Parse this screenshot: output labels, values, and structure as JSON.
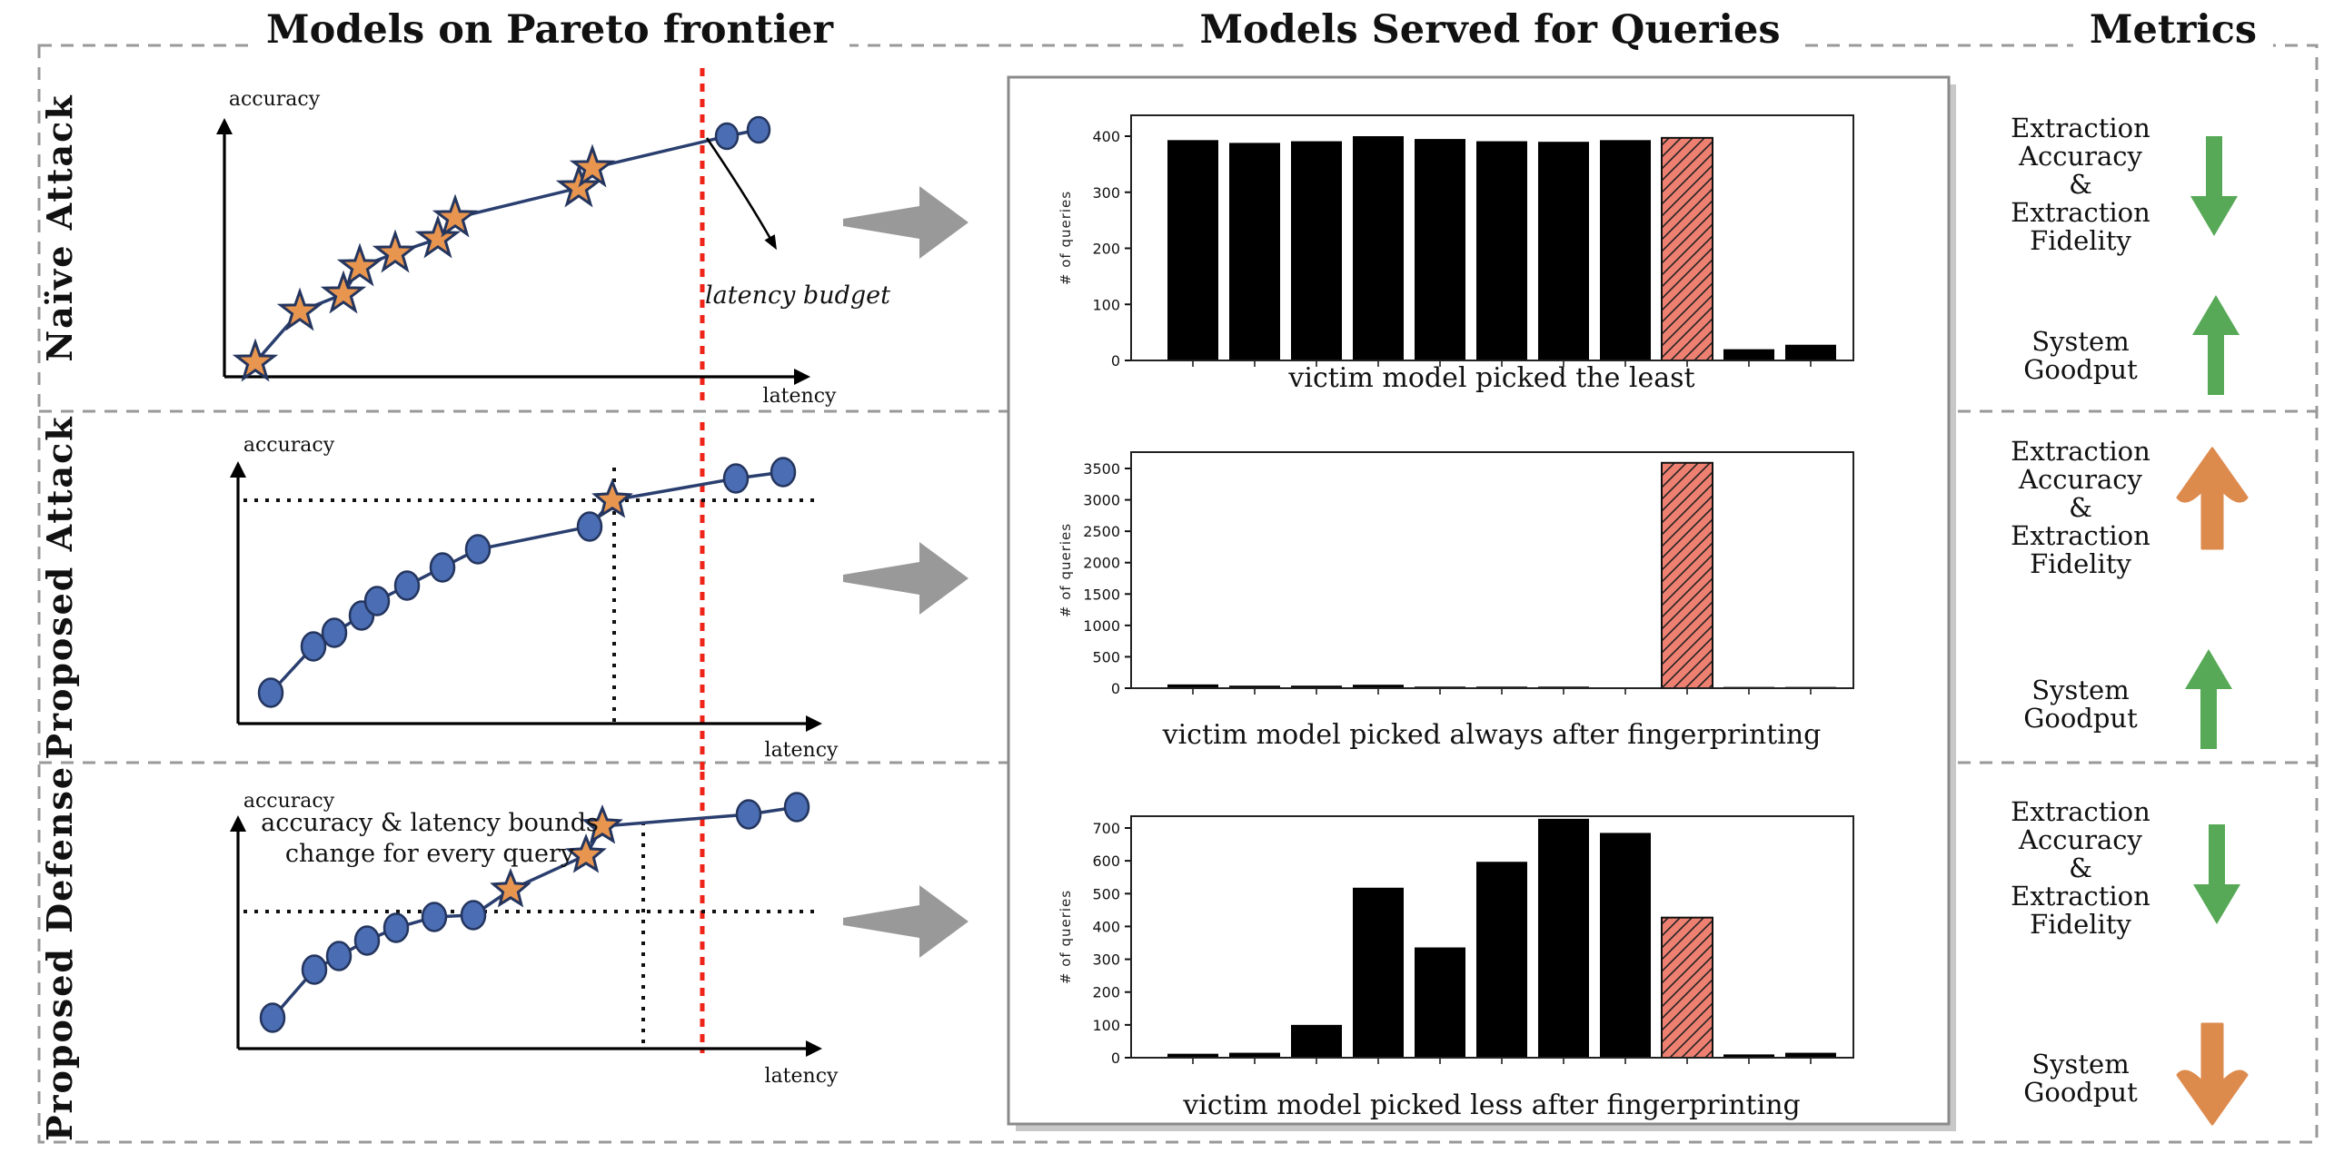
{
  "header": {
    "col1": "Models on Pareto frontier",
    "col2": "Models Served for Queries",
    "col3": "Metrics"
  },
  "colors": {
    "dash_border": "#999999",
    "box_border": "#8a8a8a",
    "box_shadow": "#c8c8c8",
    "red_budget_line": "#ee2419",
    "black_bound_line": "#111111",
    "curve_line": "#2a3f6f",
    "star_fill": "#e8954f",
    "star_edge": "#24355e",
    "dot_fill": "#4a6db3",
    "dot_edge": "#24355e",
    "bar_black": "#000000",
    "victim_bar_fill": "#ee8071",
    "victim_bar_edge": "#111111",
    "gray_arrow": "#999999",
    "green_arrow": "#57a957",
    "orange_arrow": "#dd8a4d"
  },
  "rows": [
    {
      "label": "Naïve Attack",
      "pareto": {
        "ylabel": "accuracy",
        "xlabel": "latency",
        "annotation": "latency budget",
        "red_line_x": 773,
        "stars": [
          [
            281,
            399
          ],
          [
            330,
            343
          ],
          [
            378,
            324
          ],
          [
            396,
            294
          ],
          [
            435,
            279
          ],
          [
            482,
            263
          ],
          [
            501,
            240
          ],
          [
            637,
            207
          ],
          [
            652,
            185
          ]
        ],
        "dots": [
          [
            800,
            150
          ],
          [
            835,
            143
          ]
        ],
        "line_points": [
          [
            281,
            399
          ],
          [
            330,
            343
          ],
          [
            378,
            324
          ],
          [
            396,
            294
          ],
          [
            435,
            279
          ],
          [
            482,
            263
          ],
          [
            501,
            240
          ],
          [
            637,
            207
          ],
          [
            652,
            185
          ],
          [
            800,
            150
          ],
          [
            835,
            143
          ]
        ]
      },
      "bar_chart": {
        "caption": "victim model picked the least",
        "ylabel": "# of queries",
        "yticks": [
          0,
          100,
          200,
          300,
          400
        ],
        "values": [
          393,
          388,
          391,
          400,
          395,
          391,
          390,
          393,
          397,
          20,
          28
        ],
        "victim_index": 8
      },
      "metrics": {
        "extraction_label": "Extraction\nAccuracy\n&\nExtraction\nFidelity",
        "extraction_arrow": "green-down",
        "goodput_label": "System\nGoodput",
        "goodput_arrow": "green-up"
      }
    },
    {
      "label": "Proposed Attack",
      "pareto": {
        "ylabel": "accuracy",
        "xlabel": "latency",
        "red_line_x": 773,
        "dotted_h": {
          "y": 551,
          "x1": 268,
          "x2": 902
        },
        "dotted_v": {
          "x": 676,
          "y1": 515,
          "y2": 797
        },
        "stars": [
          [
            674,
            551
          ]
        ],
        "dots": [
          [
            298,
            763
          ],
          [
            345,
            712
          ],
          [
            368,
            697
          ],
          [
            398,
            678
          ],
          [
            415,
            662
          ],
          [
            448,
            645
          ],
          [
            487,
            625
          ],
          [
            526,
            605
          ],
          [
            649,
            580
          ],
          [
            810,
            527
          ],
          [
            862,
            520
          ]
        ],
        "line_points": [
          [
            298,
            763
          ],
          [
            345,
            712
          ],
          [
            368,
            697
          ],
          [
            398,
            678
          ],
          [
            415,
            662
          ],
          [
            448,
            645
          ],
          [
            487,
            625
          ],
          [
            526,
            605
          ],
          [
            649,
            580
          ],
          [
            674,
            551
          ],
          [
            810,
            527
          ],
          [
            862,
            520
          ]
        ]
      },
      "bar_chart": {
        "caption": "victim model picked always after fingerprinting",
        "ylabel": "# of queries",
        "yticks": [
          0,
          500,
          1000,
          1500,
          2000,
          2500,
          3000,
          3500
        ],
        "values": [
          60,
          40,
          40,
          55,
          25,
          25,
          25,
          10,
          3590,
          20,
          20
        ],
        "victim_index": 8
      },
      "metrics": {
        "extraction_label": "Extraction\nAccuracy\n&\nExtraction\nFidelity",
        "extraction_arrow": "orange-up",
        "goodput_label": "System\nGoodput",
        "goodput_arrow": "green-up"
      }
    },
    {
      "label": "Proposed Defense",
      "pareto": {
        "ylabel": "accuracy",
        "xlabel": "latency",
        "note": "accuracy & latency bounds\nchange for every query",
        "red_line_x": 773,
        "dotted_h": {
          "y": 1004,
          "x1": 268,
          "x2": 902
        },
        "dotted_v": {
          "x": 708,
          "y1": 905,
          "y2": 1155
        },
        "stars": [
          [
            562,
            980
          ],
          [
            645,
            942
          ],
          [
            663,
            910
          ]
        ],
        "dots": [
          [
            300,
            1121
          ],
          [
            346,
            1068
          ],
          [
            373,
            1053
          ],
          [
            404,
            1036
          ],
          [
            436,
            1022
          ],
          [
            478,
            1010
          ],
          [
            521,
            1008
          ],
          [
            824,
            897
          ],
          [
            877,
            889
          ]
        ],
        "line_points": [
          [
            300,
            1121
          ],
          [
            346,
            1068
          ],
          [
            373,
            1053
          ],
          [
            404,
            1036
          ],
          [
            436,
            1022
          ],
          [
            478,
            1010
          ],
          [
            521,
            1008
          ],
          [
            562,
            980
          ],
          [
            645,
            942
          ],
          [
            663,
            910
          ],
          [
            824,
            897
          ],
          [
            877,
            889
          ]
        ]
      },
      "bar_chart": {
        "caption": "victim model picked less after fingerprinting",
        "ylabel": "# of queries",
        "yticks": [
          0,
          100,
          200,
          300,
          400,
          500,
          600,
          700
        ],
        "values": [
          12,
          15,
          100,
          518,
          336,
          597,
          728,
          685,
          427,
          10,
          15
        ],
        "victim_index": 8
      },
      "metrics": {
        "extraction_label": "Extraction\nAccuracy\n&\nExtraction\nFidelity",
        "extraction_arrow": "green-down",
        "goodput_label": "System\nGoodput",
        "goodput_arrow": "orange-down"
      }
    }
  ],
  "chart_data": [
    {
      "type": "bar",
      "title": "victim model picked the least",
      "xlabel": "",
      "ylabel": "# of queries",
      "ylim": [
        0,
        430
      ],
      "yticks": [
        0,
        100,
        200,
        300,
        400
      ],
      "values": [
        393,
        388,
        391,
        400,
        395,
        391,
        390,
        393,
        397,
        20,
        28
      ],
      "victim_bar_index": 8,
      "victim_bar_style": "red-hatched",
      "grid": false,
      "legend": "none"
    },
    {
      "type": "bar",
      "title": "victim model picked always after fingerprinting",
      "xlabel": "",
      "ylabel": "# of queries",
      "ylim": [
        0,
        3700
      ],
      "yticks": [
        0,
        500,
        1000,
        1500,
        2000,
        2500,
        3000,
        3500
      ],
      "values": [
        60,
        40,
        40,
        55,
        25,
        25,
        25,
        10,
        3590,
        20,
        20
      ],
      "victim_bar_index": 8,
      "victim_bar_style": "red-hatched",
      "grid": false,
      "legend": "none"
    },
    {
      "type": "bar",
      "title": "victim model picked less after fingerprinting",
      "xlabel": "",
      "ylabel": "# of queries",
      "ylim": [
        0,
        760
      ],
      "yticks": [
        0,
        100,
        200,
        300,
        400,
        500,
        600,
        700
      ],
      "values": [
        12,
        15,
        100,
        518,
        336,
        597,
        728,
        685,
        427,
        10,
        15
      ],
      "victim_bar_index": 8,
      "victim_bar_style": "red-hatched",
      "grid": false,
      "legend": "none"
    }
  ]
}
